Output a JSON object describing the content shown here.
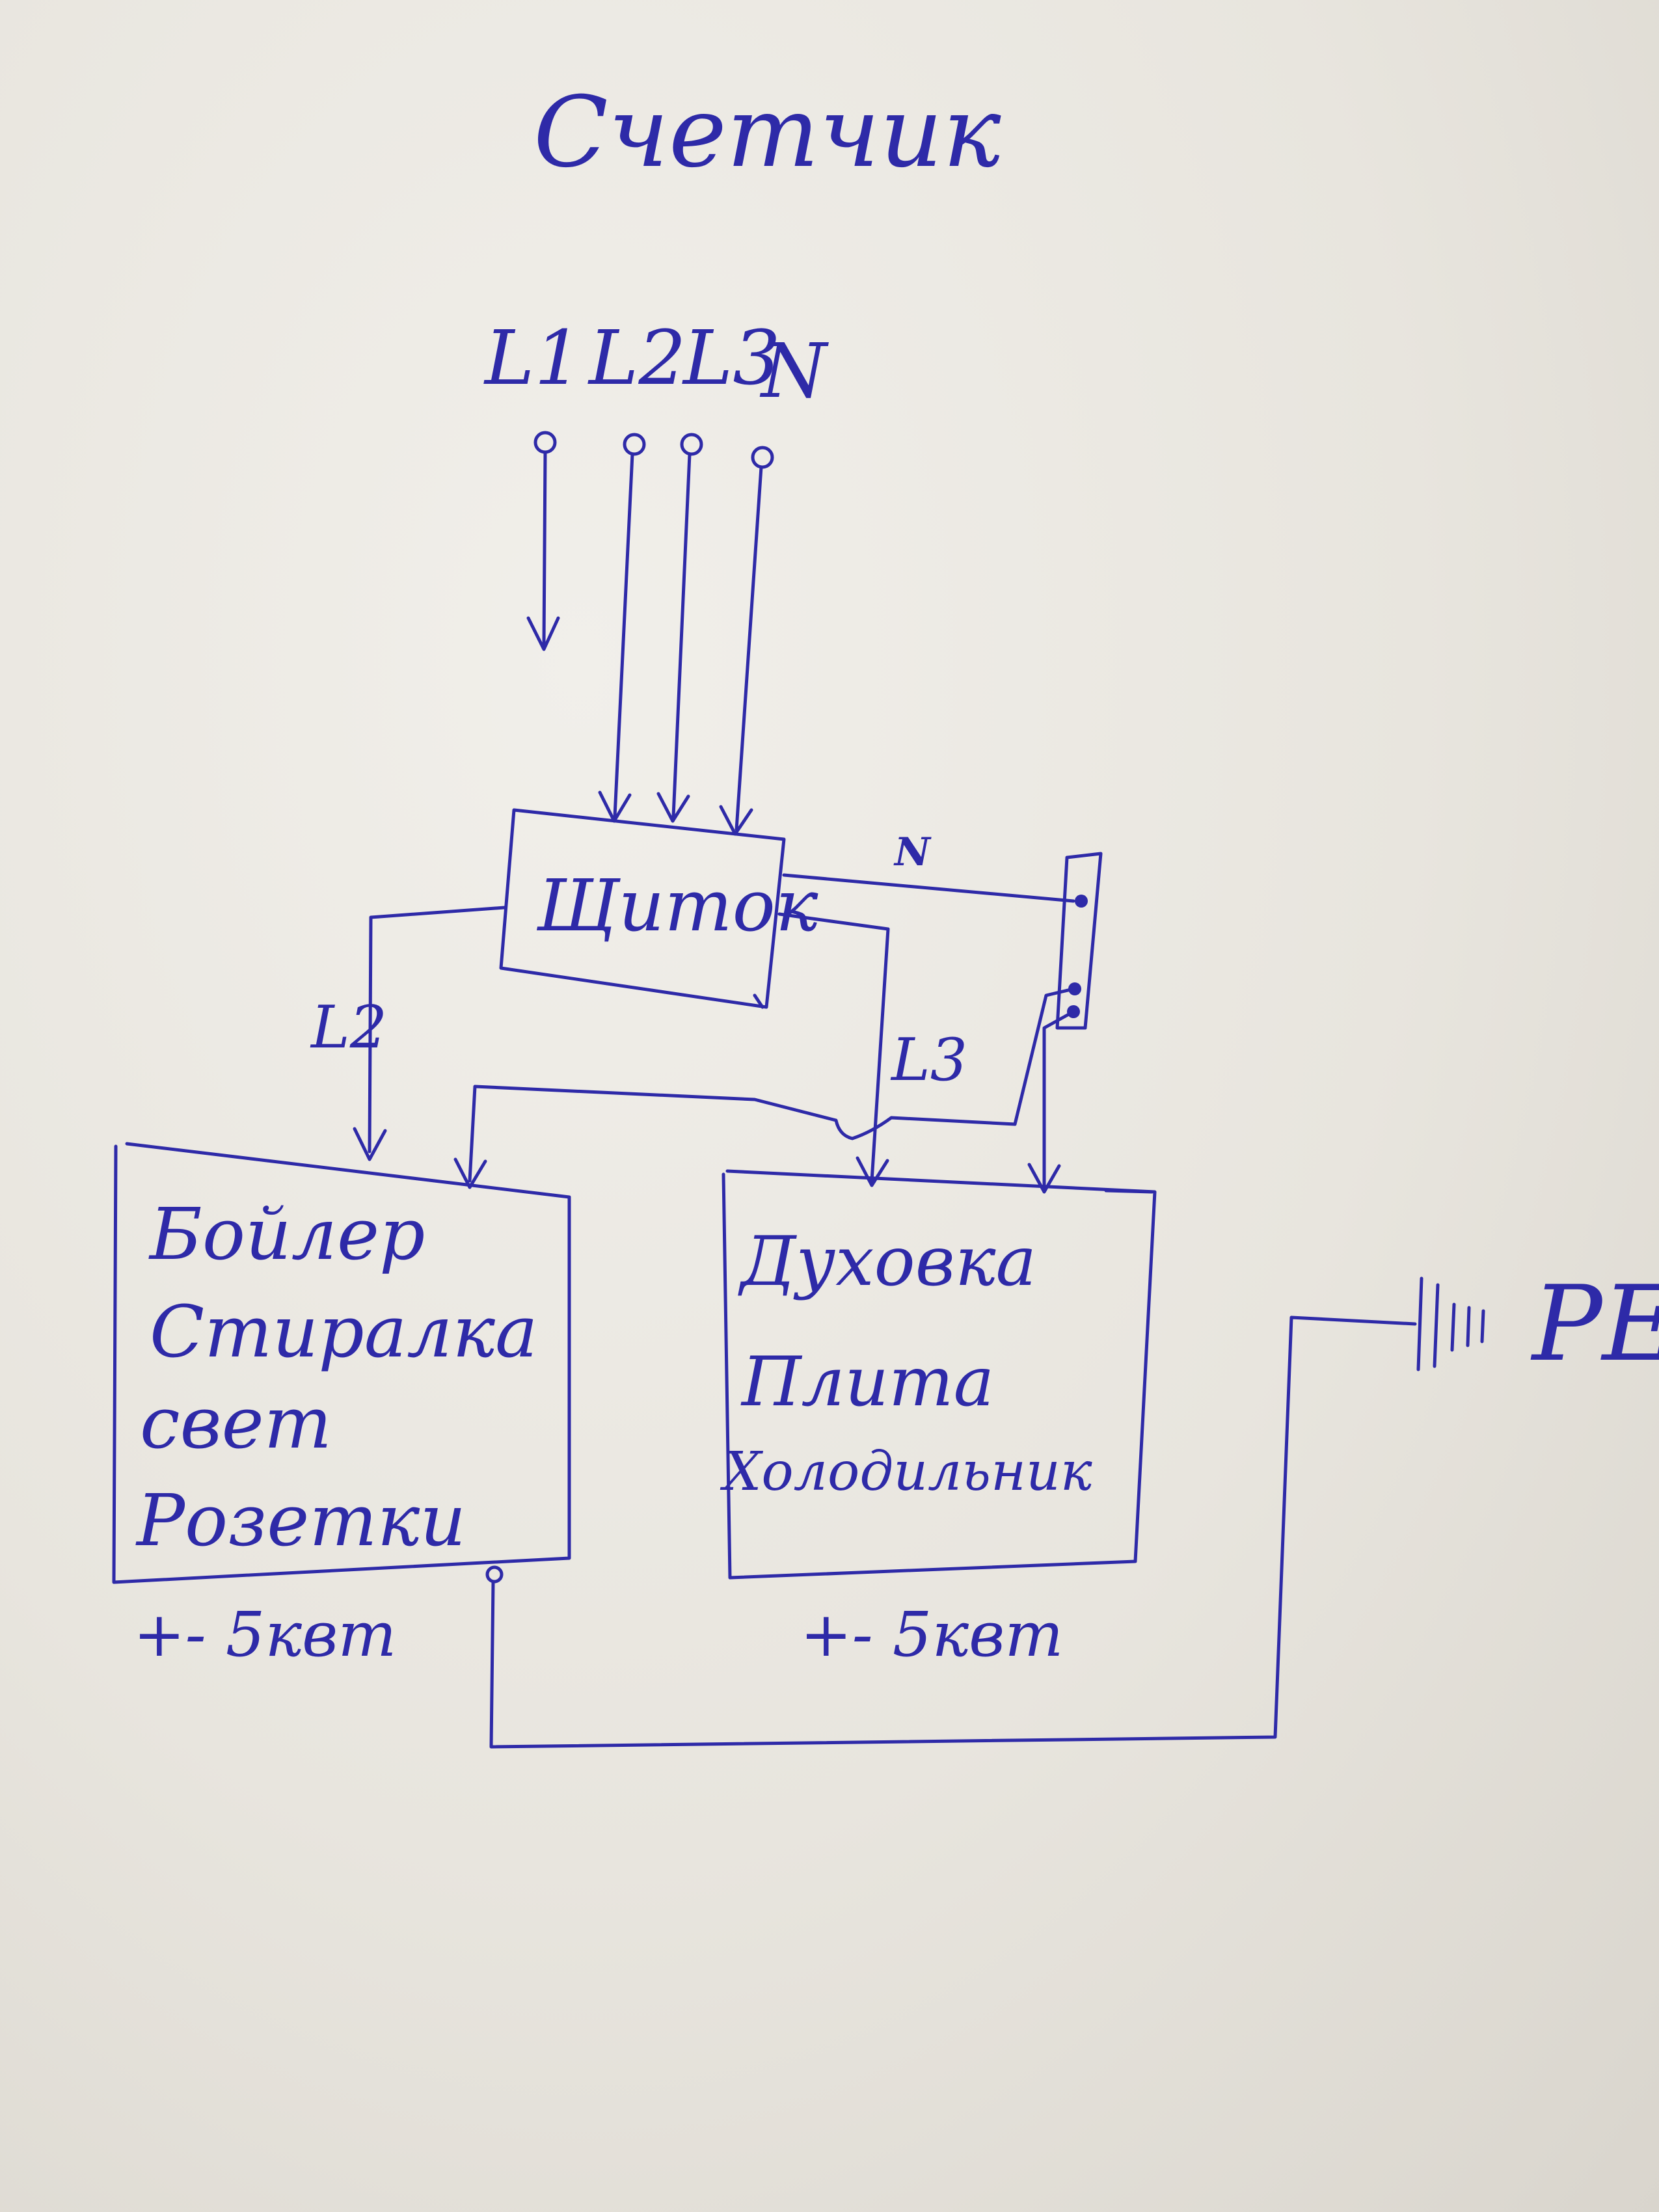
{
  "diagram": {
    "meter_title": "Счетчик",
    "inputs": {
      "l1": "L1",
      "l2": "L2",
      "l3": "L3",
      "n": "N"
    },
    "panel_label": "Щиток",
    "wire_labels": {
      "n": "N",
      "l2": "L2",
      "l3": "L3"
    },
    "group_left": {
      "items": [
        "Бойлер",
        "Стиралка",
        "свет",
        "Розетки"
      ],
      "power": "+- 5квт"
    },
    "group_right": {
      "items": [
        "Духовка",
        "Плита",
        "Холодильник"
      ],
      "power": "+- 5квт"
    },
    "ground_label": "PE",
    "ink_color": "#2e2aa8"
  }
}
